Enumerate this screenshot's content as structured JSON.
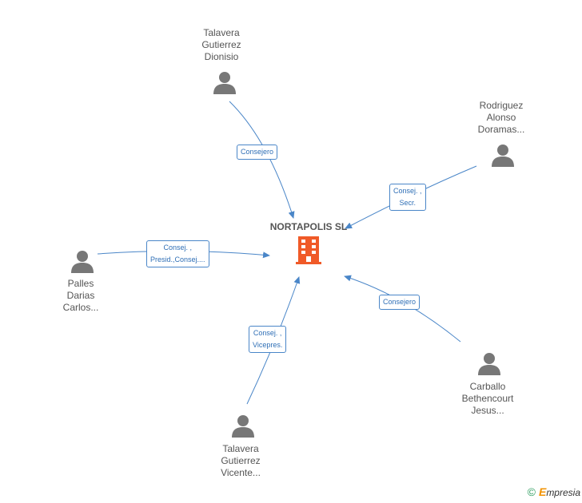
{
  "company": {
    "name": "NORTAPOLIS SL",
    "icon": "building-icon",
    "color": "#f05a28"
  },
  "people": [
    {
      "id": "top",
      "name_lines": [
        "Talavera",
        "Gutierrez",
        "Dionisio"
      ],
      "icon": "person-icon"
    },
    {
      "id": "top-right",
      "name_lines": [
        "Rodriguez",
        "Alonso",
        "Doramas..."
      ],
      "icon": "person-icon"
    },
    {
      "id": "left",
      "name_lines": [
        "Palles",
        "Darias",
        "Carlos..."
      ],
      "icon": "person-icon"
    },
    {
      "id": "bottom-right",
      "name_lines": [
        "Carballo",
        "Bethencourt",
        "Jesus..."
      ],
      "icon": "person-icon"
    },
    {
      "id": "bottom",
      "name_lines": [
        "Talavera",
        "Gutierrez",
        "Vicente..."
      ],
      "icon": "person-icon"
    }
  ],
  "relations": [
    {
      "from": "top",
      "label_lines": [
        "Consejero"
      ]
    },
    {
      "from": "top-right",
      "label_lines": [
        "Consej. ,",
        "Secr."
      ]
    },
    {
      "from": "left",
      "label_lines": [
        "Consej. ,",
        "Presid.,Consej...."
      ]
    },
    {
      "from": "bottom-right",
      "label_lines": [
        "Consejero"
      ]
    },
    {
      "from": "bottom",
      "label_lines": [
        "Consej. ,",
        "Vicepres."
      ]
    }
  ],
  "colors": {
    "edge": "#4a86c8",
    "person": "#777777",
    "text": "#555555"
  },
  "footer": {
    "copyright": "©",
    "brand_initial": "E",
    "brand_rest": "mpresia"
  }
}
